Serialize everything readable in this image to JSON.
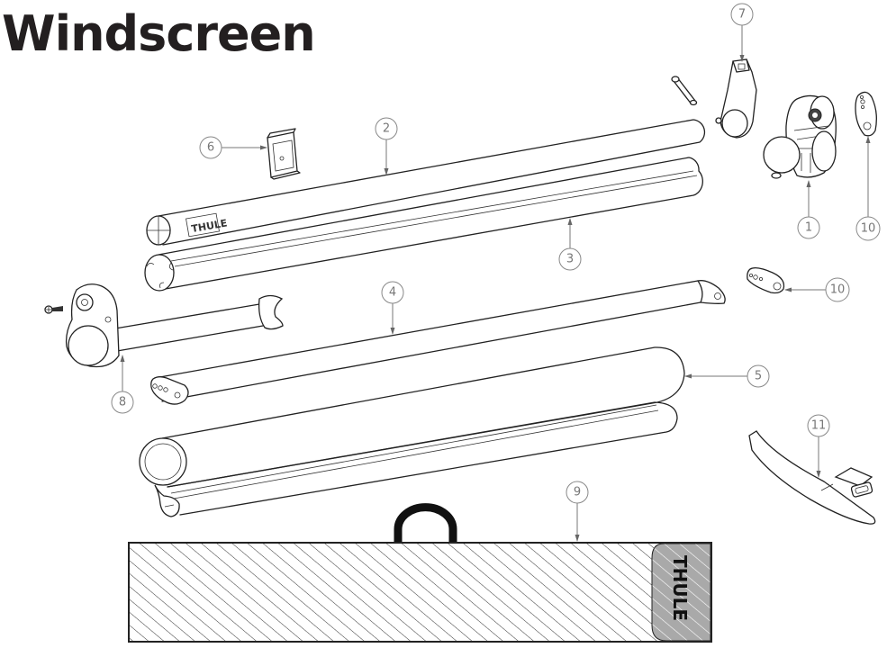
{
  "title": "Windscreen",
  "brand_text": "THULE",
  "colors": {
    "line": "#222222",
    "callout": "#888888",
    "bag_logo_panel": "#a9a9a9",
    "handle": "#111111",
    "title": "#231f20"
  },
  "callouts": [
    {
      "id": "1",
      "label": "1",
      "part": "end-cap-housing"
    },
    {
      "id": "2",
      "label": "2",
      "part": "cover-tube"
    },
    {
      "id": "3",
      "label": "3",
      "part": "profile-tube"
    },
    {
      "id": "4",
      "label": "4",
      "part": "support-rod"
    },
    {
      "id": "5",
      "label": "5",
      "part": "screen-roll"
    },
    {
      "id": "6",
      "label": "6",
      "part": "clip-bracket"
    },
    {
      "id": "7",
      "label": "7",
      "part": "mounting-clamp"
    },
    {
      "id": "8",
      "label": "8",
      "part": "end-cap-with-rod"
    },
    {
      "id": "9",
      "label": "9",
      "part": "storage-bag"
    },
    {
      "id": "10a",
      "label": "10",
      "part": "plate-upper"
    },
    {
      "id": "10b",
      "label": "10",
      "part": "plate-lower"
    },
    {
      "id": "11",
      "label": "11",
      "part": "strap"
    }
  ]
}
